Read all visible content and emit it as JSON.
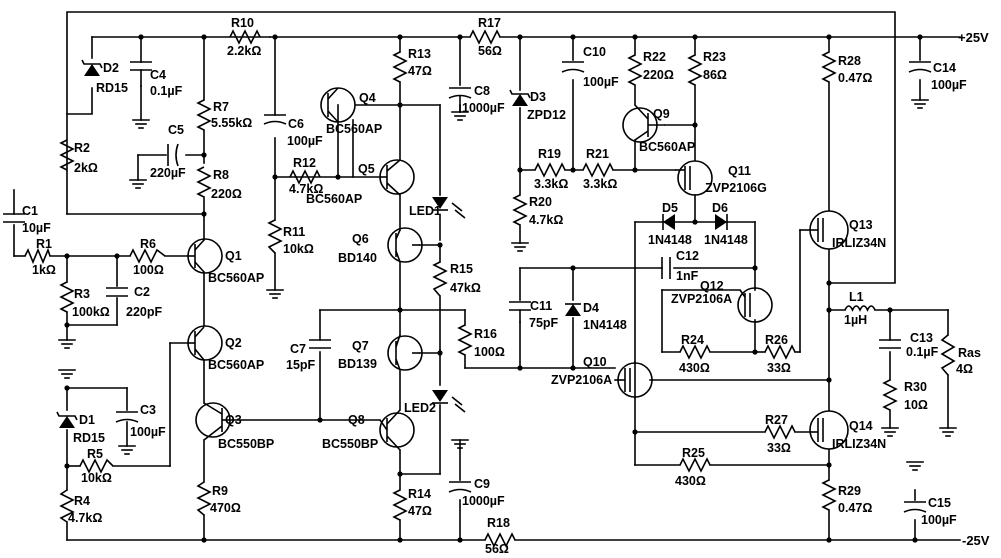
{
  "rails": {
    "positive": "+25V",
    "negative": "-25V"
  },
  "components": [
    {
      "ref": "C1",
      "value": "10µF"
    },
    {
      "ref": "R1",
      "value": "1kΩ"
    },
    {
      "ref": "R2",
      "value": "2kΩ"
    },
    {
      "ref": "R3",
      "value": "100kΩ"
    },
    {
      "ref": "C2",
      "value": "220pF"
    },
    {
      "ref": "R6",
      "value": "100Ω"
    },
    {
      "ref": "D2",
      "value": "RD15"
    },
    {
      "ref": "C4",
      "value": "0.1µF"
    },
    {
      "ref": "R7",
      "value": "5.55kΩ"
    },
    {
      "ref": "C5",
      "value": "220µF"
    },
    {
      "ref": "R8",
      "value": "220Ω"
    },
    {
      "ref": "R10",
      "value": "2.2kΩ"
    },
    {
      "ref": "Q1",
      "value": "BC560AP"
    },
    {
      "ref": "Q2",
      "value": "BC560AP"
    },
    {
      "ref": "Q3",
      "value": "BC550BP"
    },
    {
      "ref": "D1",
      "value": "RD15"
    },
    {
      "ref": "C3",
      "value": "100µF"
    },
    {
      "ref": "R5",
      "value": "10kΩ"
    },
    {
      "ref": "R4",
      "value": "4.7kΩ"
    },
    {
      "ref": "R9",
      "value": "470Ω"
    },
    {
      "ref": "C6",
      "value": "100µF"
    },
    {
      "ref": "R12",
      "value": "4.7kΩ"
    },
    {
      "ref": "R11",
      "value": "10kΩ"
    },
    {
      "ref": "R13",
      "value": "47Ω"
    },
    {
      "ref": "Q4",
      "value": "BC560AP"
    },
    {
      "ref": "Q5",
      "value": "BC560AP"
    },
    {
      "ref": "Q6",
      "value": "BD140"
    },
    {
      "ref": "Q7",
      "value": "BD139"
    },
    {
      "ref": "Q8",
      "value": "BC550BP"
    },
    {
      "ref": "C7",
      "value": "15pF"
    },
    {
      "ref": "LED1",
      "value": ""
    },
    {
      "ref": "LED2",
      "value": ""
    },
    {
      "ref": "R15",
      "value": "47kΩ"
    },
    {
      "ref": "R16",
      "value": "100Ω"
    },
    {
      "ref": "R14",
      "value": "47Ω"
    },
    {
      "ref": "R17",
      "value": "56Ω"
    },
    {
      "ref": "C8",
      "value": "1000µF"
    },
    {
      "ref": "C9",
      "value": "1000µF"
    },
    {
      "ref": "R18",
      "value": "56Ω"
    },
    {
      "ref": "D3",
      "value": "ZPD12"
    },
    {
      "ref": "C10",
      "value": "100µF"
    },
    {
      "ref": "R19",
      "value": "3.3kΩ"
    },
    {
      "ref": "R21",
      "value": "3.3kΩ"
    },
    {
      "ref": "R20",
      "value": "4.7kΩ"
    },
    {
      "ref": "R22",
      "value": "220Ω"
    },
    {
      "ref": "R23",
      "value": "86Ω"
    },
    {
      "ref": "Q9",
      "value": "BC560AP"
    },
    {
      "ref": "Q11",
      "value": "ZVP2106G"
    },
    {
      "ref": "D5",
      "value": "1N4148"
    },
    {
      "ref": "D6",
      "value": "1N4148"
    },
    {
      "ref": "C11",
      "value": "75pF"
    },
    {
      "ref": "D4",
      "value": "1N4148"
    },
    {
      "ref": "C12",
      "value": "1nF"
    },
    {
      "ref": "Q12",
      "value": "ZVP2106A"
    },
    {
      "ref": "Q10",
      "value": "ZVP2106A"
    },
    {
      "ref": "R24",
      "value": "430Ω"
    },
    {
      "ref": "R26",
      "value": "33Ω"
    },
    {
      "ref": "R27",
      "value": "33Ω"
    },
    {
      "ref": "R25",
      "value": "430Ω"
    },
    {
      "ref": "R28",
      "value": "0.47Ω"
    },
    {
      "ref": "R29",
      "value": "0.47Ω"
    },
    {
      "ref": "Q13",
      "value": "IRLIZ34N"
    },
    {
      "ref": "Q14",
      "value": "IRLIZ34N"
    },
    {
      "ref": "C14",
      "value": "100µF"
    },
    {
      "ref": "C15",
      "value": "100µF"
    },
    {
      "ref": "L1",
      "value": "1µH"
    },
    {
      "ref": "C13",
      "value": "0.1µF"
    },
    {
      "ref": "R30",
      "value": "10Ω"
    },
    {
      "ref": "Ras",
      "value": "4Ω"
    }
  ]
}
